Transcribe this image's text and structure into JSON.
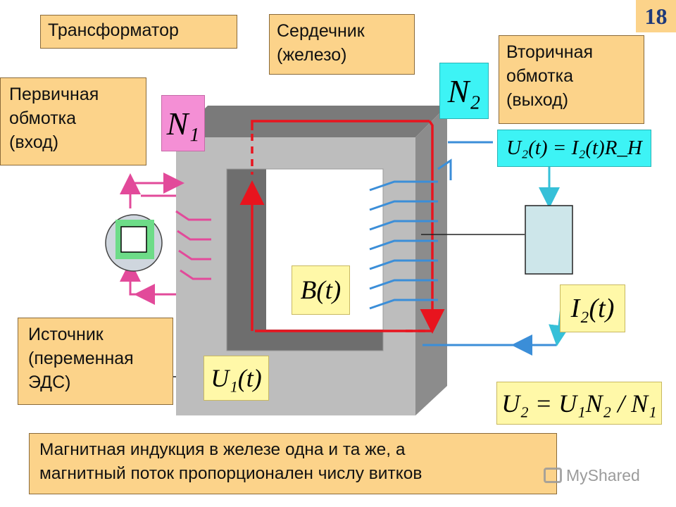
{
  "slide_number": "18",
  "labels": {
    "transformer": "Трансформатор",
    "core": "Сердечник\n(железо)",
    "primary": "Первичная\nобмотка\n(вход)",
    "secondary": "Вторичная\nобмотка\n(выход)",
    "source": "Источник\n(переменная\nЭДС)",
    "caption": "Магнитная индукция в железе одна и та же, а\nмагнитный поток пропорционален  числу витков"
  },
  "formulas": {
    "n1": "N₁",
    "n2": "N₂",
    "u2_load": "U₂(t) = I₂(t)R_H",
    "b_field": "B(t)",
    "u1": "U₁(t)",
    "i2": "I₂(t)",
    "ratio": "U₂ = U₁N₂ / N₁"
  },
  "watermark": "MyShared",
  "colors": {
    "label_fill": "#fcd38a",
    "n1_fill": "#f48fd5",
    "n2_fill": "#3df3f5",
    "formula_fill": "#fff8a8",
    "flux_line": "#e8141e",
    "primary_wire": "#e24a9a",
    "secondary_wire": "#3b8ed8",
    "core_face": "#bdbdbd"
  }
}
